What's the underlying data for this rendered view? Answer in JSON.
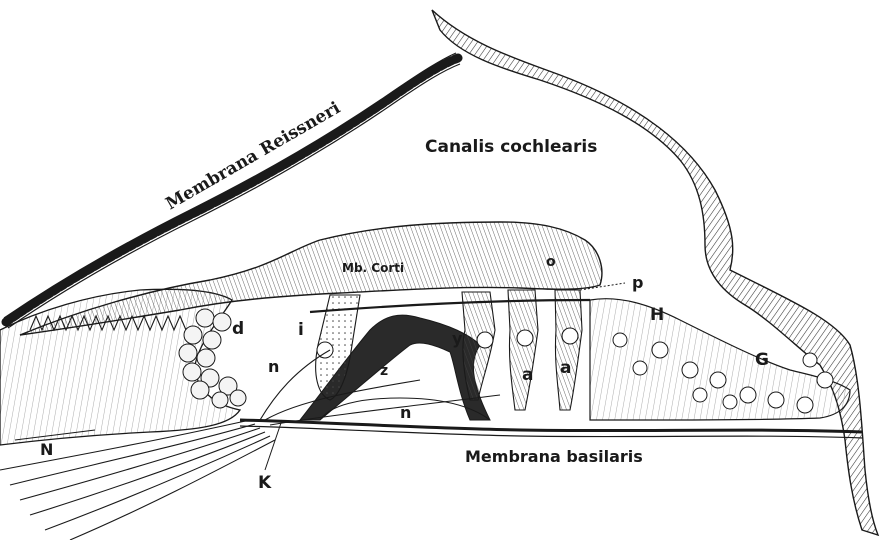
{
  "labels": {
    "membrana_reissneri": "Membrana Reissneri",
    "canalis_cochlearis": "Canalis cochlearis",
    "mb_corti": "Mb. Corti",
    "membrana_basilaris": "Membrana basilaris",
    "d": "d",
    "i": "i",
    "n_upper": "n",
    "n_lower": "n",
    "y": "y",
    "z": "z",
    "a1": "a",
    "a2": "a",
    "o": "o",
    "p": "p",
    "H": "H",
    "G": "G",
    "N": "N",
    "K": "K"
  },
  "colors": {
    "ink": "#1a1a1a",
    "paper": "#ffffff",
    "hatch": "#555555"
  }
}
